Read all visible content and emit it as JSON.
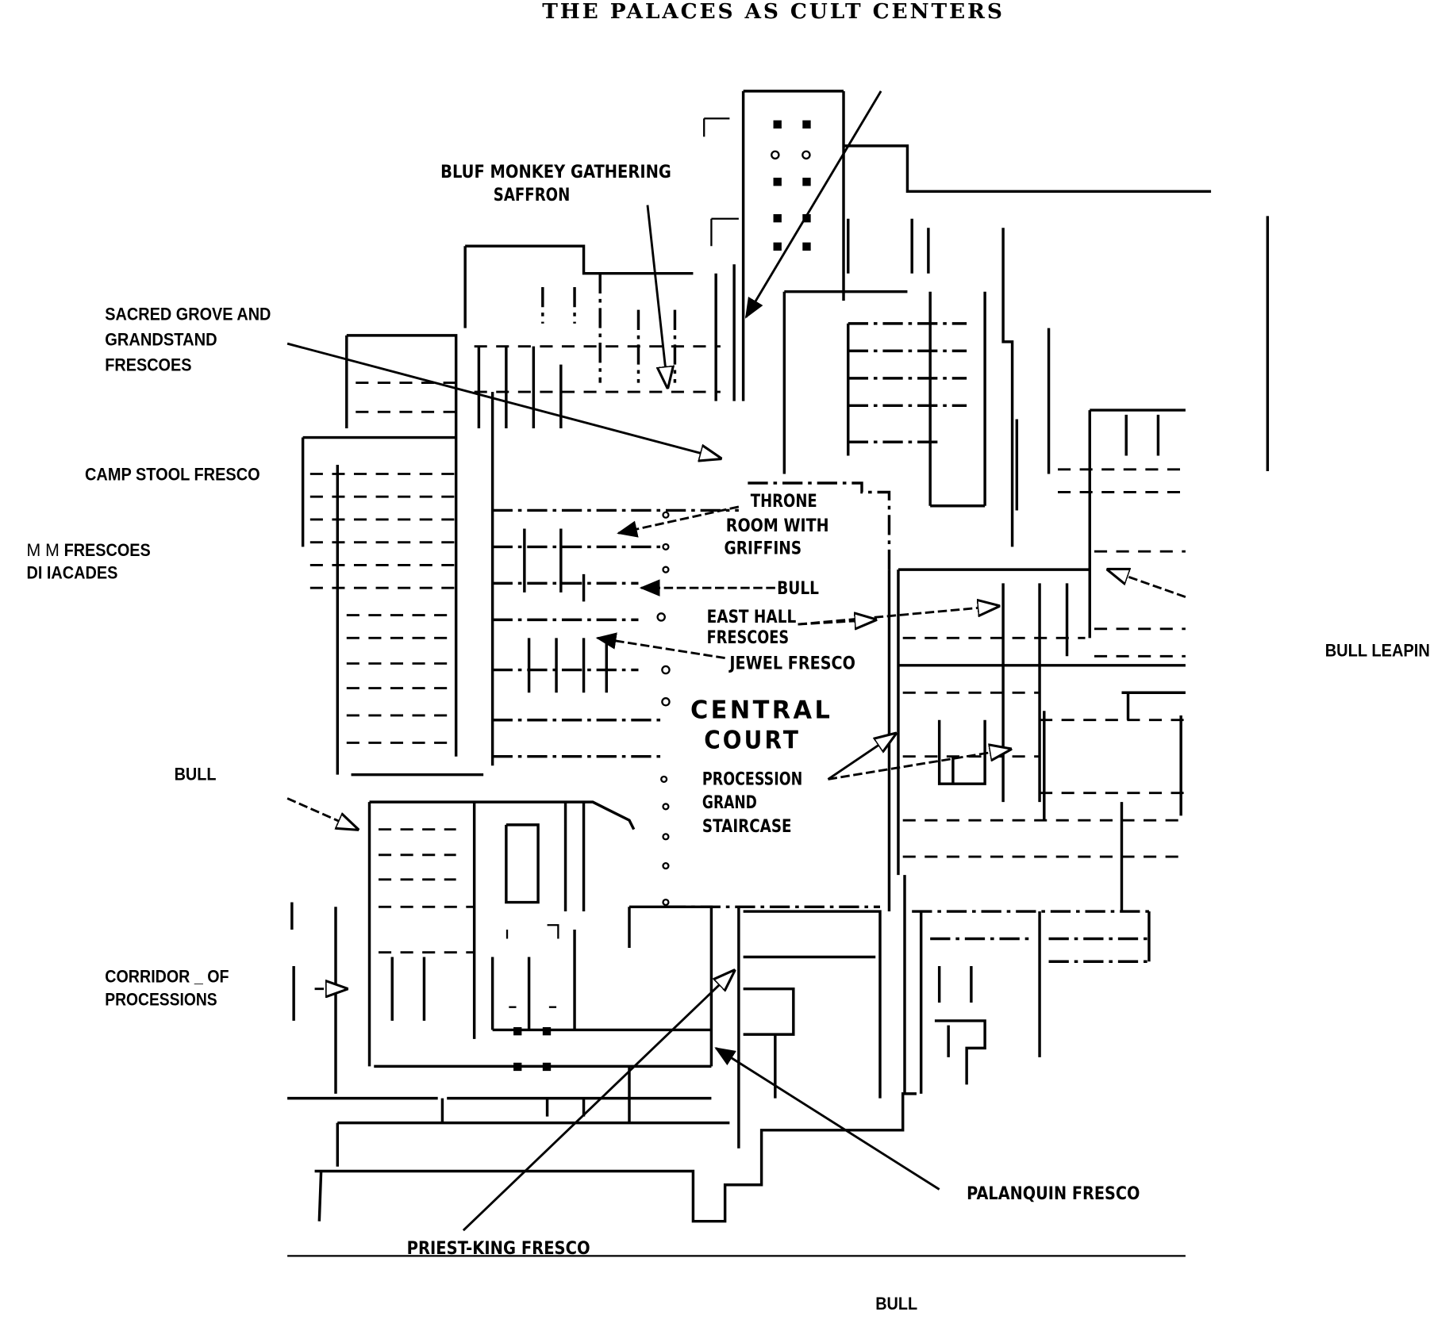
{
  "page": {
    "running_head": "THE PALACES AS CULT CENTERS"
  },
  "plan": {
    "central_court": [
      "CENTRAL",
      "COURT"
    ],
    "labels": {
      "blue_monkey": [
        "BLUF MONKEY GATHERING",
        "SAFFRON"
      ],
      "sacred_grove": [
        "SACRED GROVE AND",
        "GRANDSTAND",
        "FRESCOES"
      ],
      "camp_stool": "CAMP STOOL FRESCO",
      "mm_frescoes_prefix": "M M",
      "mm_frescoes": "FRESCOES",
      "diacades": "DI IACADES",
      "throne_room": [
        "THRONE",
        "ROOM WITH",
        "GRIFFINS"
      ],
      "bull_center": "BULL",
      "east_hall": [
        "EAST HALL",
        "FRESCOES"
      ],
      "jewel": "JEWEL FRESCO",
      "procession": [
        "PROCESSION",
        "GRAND",
        "STAIRCASE"
      ],
      "bull_west": "BULL",
      "bull_leaping": "BULL LEAPIN",
      "corridor": [
        "CORRIDOR _ OF",
        "PROCESSIONS"
      ],
      "palanquin": "PALANQUIN FRESCO",
      "priest_king": "PRIEST-KING FRESCO",
      "bull_south": "BULL"
    }
  }
}
